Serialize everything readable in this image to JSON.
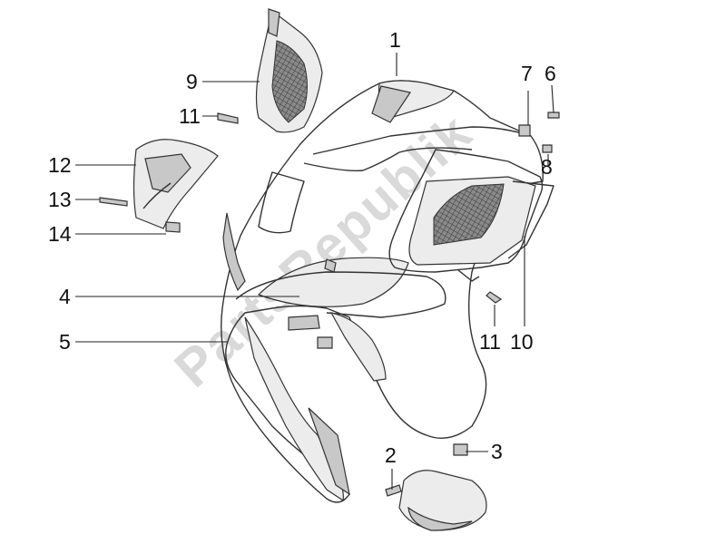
{
  "watermark": "PartsRepublik",
  "labels": {
    "l1": "1",
    "l2": "2",
    "l3": "3",
    "l4": "4",
    "l5": "5",
    "l6": "6",
    "l7": "7",
    "l8": "8",
    "l9": "9",
    "l10": "10",
    "l11a": "11",
    "l11b": "11",
    "l12": "12",
    "l13": "13",
    "l14": "14"
  }
}
